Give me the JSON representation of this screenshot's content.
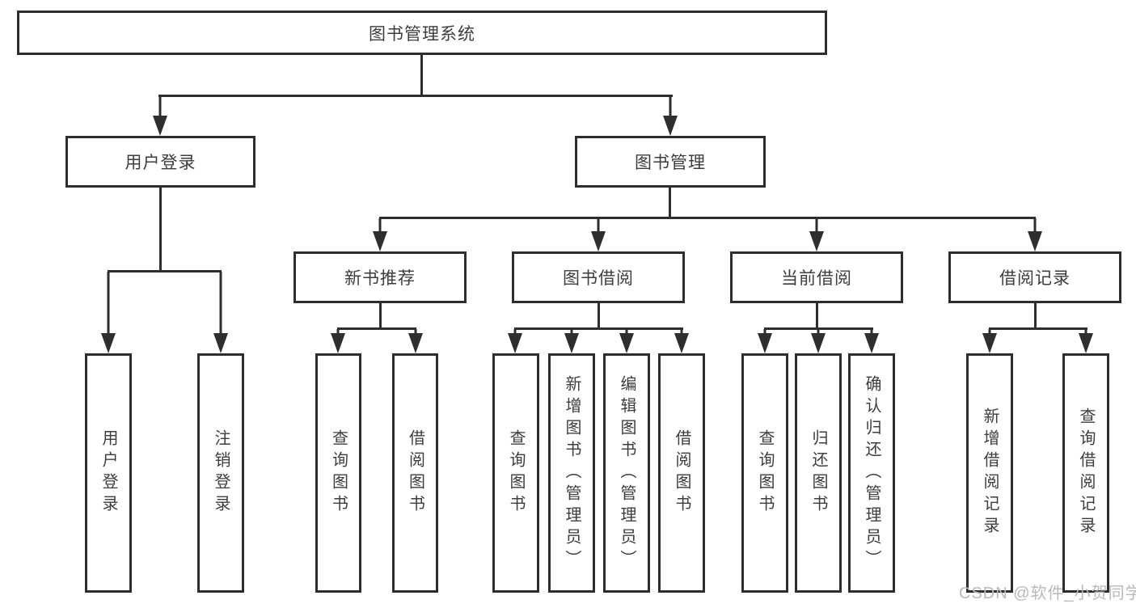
{
  "diagram": {
    "type": "hierarchy-tree",
    "line_color": "#2e2e2e",
    "box_background": "#ffffff",
    "text_color": "#3d3d3d"
  },
  "tree": {
    "root": {
      "label": "图书管理系统"
    },
    "children": [
      {
        "label": "用户登录",
        "children": [
          {
            "label": "用户登录"
          },
          {
            "label": "注销登录"
          }
        ]
      },
      {
        "label": "图书管理",
        "children": [
          {
            "label": "新书推荐",
            "children": [
              {
                "label": "查询图书"
              },
              {
                "label": "借阅图书"
              }
            ]
          },
          {
            "label": "图书借阅",
            "children": [
              {
                "label": "查询图书"
              },
              {
                "label": "新增图书（管理员）"
              },
              {
                "label": "编辑图书（管理员）"
              },
              {
                "label": "借阅图书"
              }
            ]
          },
          {
            "label": "当前借阅",
            "children": [
              {
                "label": "查询图书"
              },
              {
                "label": "归还图书"
              },
              {
                "label": "确认归还（管理员）"
              }
            ]
          },
          {
            "label": "借阅记录",
            "children": [
              {
                "label": "新增借阅记录"
              },
              {
                "label": "查询借阅记录"
              }
            ]
          }
        ]
      }
    ]
  },
  "watermark": {
    "text": "CSDN @软件_小贺同学",
    "color": "#b9b9b9"
  }
}
